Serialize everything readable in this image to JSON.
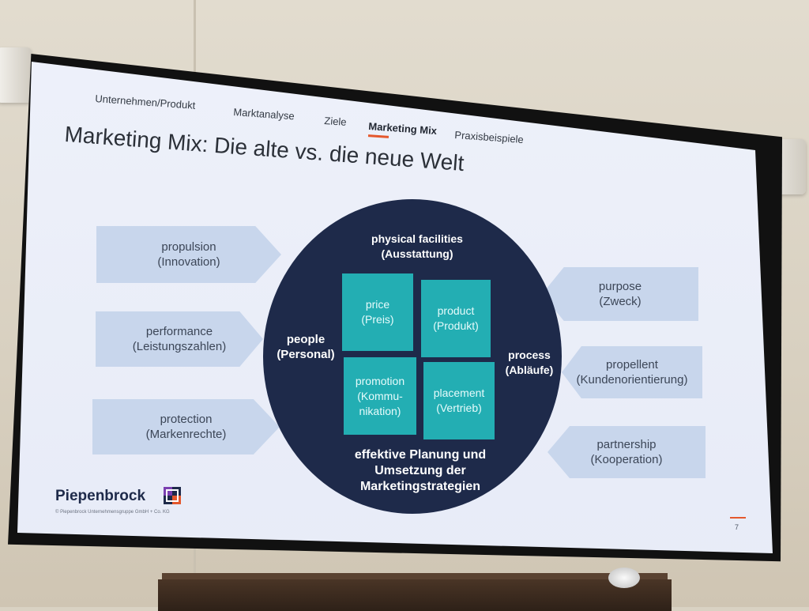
{
  "nav": {
    "items": [
      {
        "label": "Unternehmen/Produkt",
        "active": false
      },
      {
        "label": "Marktanalyse",
        "active": false
      },
      {
        "label": "Ziele",
        "active": false
      },
      {
        "label": "Marketing Mix",
        "active": true
      },
      {
        "label": "Praxisbeispiele",
        "active": false
      }
    ]
  },
  "slide": {
    "title": "Marketing Mix: Die alte vs. die neue Welt",
    "left_arrows": [
      {
        "line1": "propulsion",
        "line2": "(Innovation)"
      },
      {
        "line1": "performance",
        "line2": "(Leistungszahlen)"
      },
      {
        "line1": "protection",
        "line2": "(Markenrechte)"
      }
    ],
    "right_arrows": [
      {
        "line1": "purpose",
        "line2": "(Zweck)"
      },
      {
        "line1": "propellent",
        "line2": "(Kundenorientierung)"
      },
      {
        "line1": "partnership",
        "line2": "(Kooperation)"
      }
    ],
    "circle": {
      "top_line1": "physical facilities",
      "top_line2": "(Ausstattung)",
      "left_line1": "people",
      "left_line2": "(Personal)",
      "right_line1": "process",
      "right_line2": "(Abläufe)",
      "bottom_line1": "effektive Planung und",
      "bottom_line2": "Umsetzung der",
      "bottom_line3": "Marketingstrategien"
    },
    "tiles": [
      {
        "line1": "price",
        "line2": "(Preis)",
        "line3": ""
      },
      {
        "line1": "product",
        "line2": "(Produkt)",
        "line3": ""
      },
      {
        "line1": "promotion",
        "line2": "(Kommu-",
        "line3": "nikation)"
      },
      {
        "line1": "placement",
        "line2": "(Vertrieb)",
        "line3": ""
      }
    ],
    "logo": "Piepenbrock",
    "copyright": "© Piepenbrock Unternehmensgruppe GmbH + Co. KG",
    "page_number": "7"
  },
  "colors": {
    "circle": "#1e2a4a",
    "tile": "#23aeb3",
    "arrow": "#c8d6ec",
    "accent": "#e4582d",
    "screen": "#eef1fa"
  }
}
